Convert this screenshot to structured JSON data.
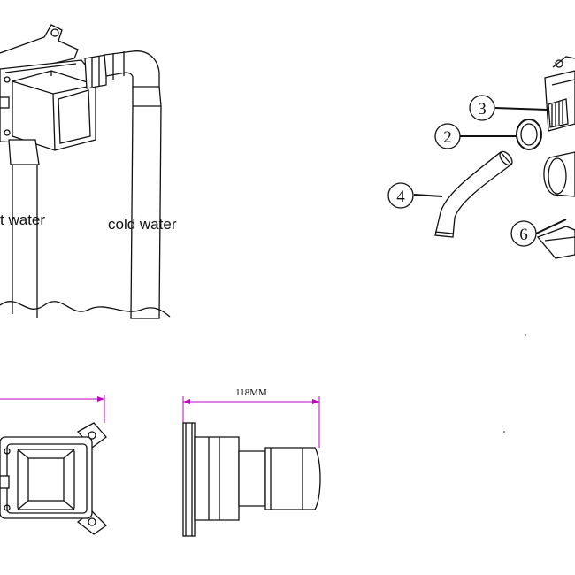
{
  "labels": {
    "hot_water": "t water",
    "cold_water": "cold water"
  },
  "dimensions": {
    "side_view_width": "118MM"
  },
  "callouts": [
    "2",
    "3",
    "4",
    "6"
  ],
  "colors": {
    "line": "#111111",
    "dimension_line": "#c000c0",
    "background": "#ffffff"
  }
}
